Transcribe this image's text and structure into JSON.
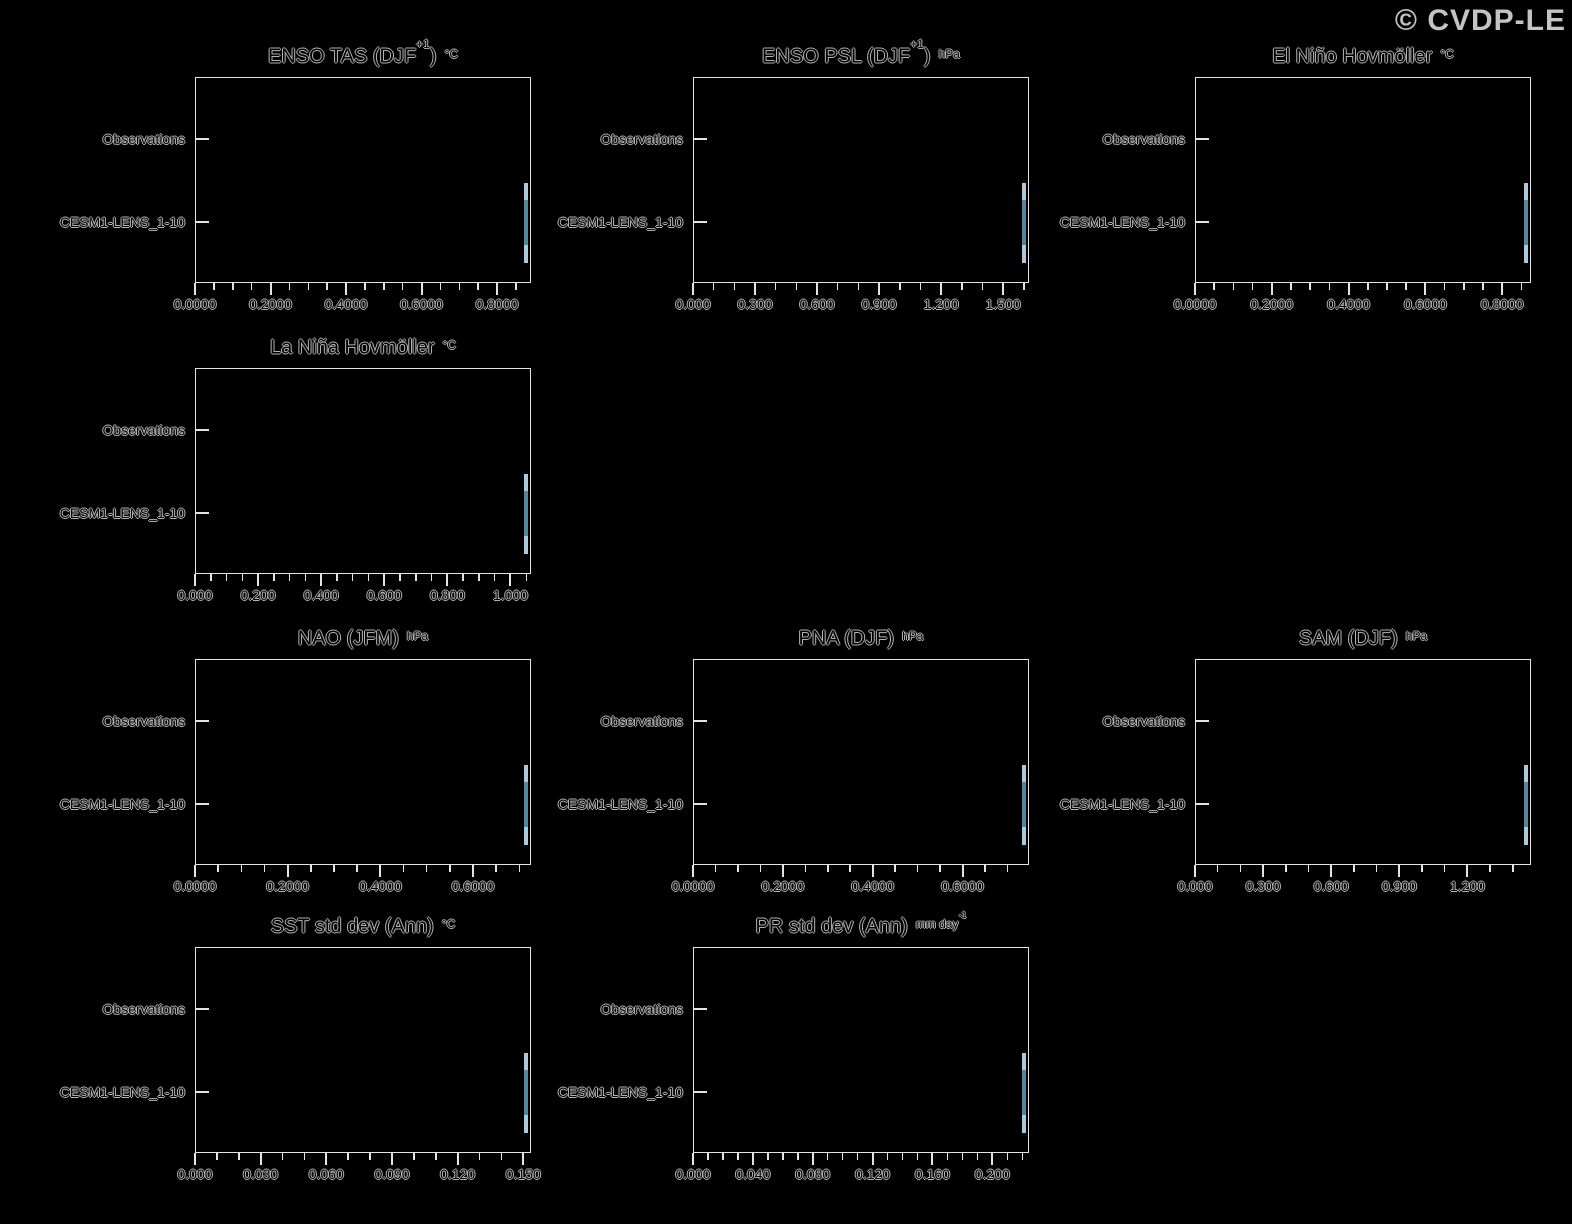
{
  "logo": {
    "text": "© CVDP-LE"
  },
  "colors": {
    "background": "#000000",
    "frame": "#e4e4e4",
    "text_outline": "#b5b5b5",
    "logo_text": "#c4c4c4",
    "ensemble_whisker": "#adc9d7",
    "ensemble_box": "#53879f"
  },
  "categories": [
    "Observations",
    "CESM1-LENS_1-10"
  ],
  "chart_data": [
    {
      "type": "bar",
      "title_main": "ENSO TAS (DJF",
      "title_sup": "+1",
      "title_close": ")",
      "unit": "°C",
      "unit_sup": "",
      "categories": [
        "Observations",
        "CESM1-LENS_1-10"
      ],
      "x_tick_labels": [
        "0.0000",
        "0.2000",
        "0.4000",
        "0.6000",
        "0.8000"
      ],
      "x_tick_values": [
        0,
        0.2,
        0.4,
        0.6,
        0.8
      ],
      "xlim": [
        0,
        0.89
      ],
      "minor_tick_step": 0.05,
      "grid": false,
      "grid_pos": {
        "row": 0,
        "col": 0
      },
      "series": [
        {
          "name": "Observations",
          "bar_visible": false
        },
        {
          "name": "CESM1-LENS_1-10",
          "marker": "box-whisker",
          "x_approx": 0.89,
          "clipped_at_axis_max": true
        }
      ]
    },
    {
      "type": "bar",
      "title_main": "ENSO PSL (DJF",
      "title_sup": "+1",
      "title_close": ")",
      "unit": "hPa",
      "unit_sup": "",
      "categories": [
        "Observations",
        "CESM1-LENS_1-10"
      ],
      "x_tick_labels": [
        "0.000",
        "0.300",
        "0.600",
        "0.900",
        "1.200",
        "1.500"
      ],
      "x_tick_values": [
        0,
        0.3,
        0.6,
        0.9,
        1.2,
        1.5
      ],
      "xlim": [
        0,
        1.625
      ],
      "minor_tick_step": 0.1,
      "grid": false,
      "grid_pos": {
        "row": 0,
        "col": 1
      },
      "series": [
        {
          "name": "Observations",
          "bar_visible": false
        },
        {
          "name": "CESM1-LENS_1-10",
          "marker": "box-whisker",
          "x_approx": 1.62,
          "clipped_at_axis_max": true
        }
      ]
    },
    {
      "type": "bar",
      "title_main": "El Niño Hovmöller",
      "title_sup": "",
      "title_close": "",
      "unit": "°C",
      "unit_sup": "",
      "categories": [
        "Observations",
        "CESM1-LENS_1-10"
      ],
      "x_tick_labels": [
        "0.0000",
        "0.2000",
        "0.4000",
        "0.6000",
        "0.8000"
      ],
      "x_tick_values": [
        0,
        0.2,
        0.4,
        0.6,
        0.8
      ],
      "xlim": [
        0,
        0.875
      ],
      "minor_tick_step": 0.05,
      "grid": false,
      "grid_pos": {
        "row": 0,
        "col": 2
      },
      "series": [
        {
          "name": "Observations",
          "bar_visible": false
        },
        {
          "name": "CESM1-LENS_1-10",
          "marker": "box-whisker",
          "x_approx": 0.87,
          "clipped_at_axis_max": true
        }
      ]
    },
    {
      "type": "bar",
      "title_main": "La Niña Hovmöller",
      "title_sup": "",
      "title_close": "",
      "unit": "°C",
      "unit_sup": "",
      "categories": [
        "Observations",
        "CESM1-LENS_1-10"
      ],
      "x_tick_labels": [
        "0.000",
        "0.200",
        "0.400",
        "0.600",
        "0.800",
        "1.000"
      ],
      "x_tick_values": [
        0,
        0.2,
        0.4,
        0.6,
        0.8,
        1.0
      ],
      "xlim": [
        0,
        1.065
      ],
      "minor_tick_step": 0.05,
      "grid": false,
      "grid_pos": {
        "row": 1,
        "col": 0
      },
      "series": [
        {
          "name": "Observations",
          "bar_visible": false
        },
        {
          "name": "CESM1-LENS_1-10",
          "marker": "box-whisker",
          "x_approx": 1.06,
          "clipped_at_axis_max": true
        }
      ]
    },
    {
      "type": "bar",
      "title_main": "NAO (JFM)",
      "title_sup": "",
      "title_close": "",
      "unit": "hPa",
      "unit_sup": "",
      "categories": [
        "Observations",
        "CESM1-LENS_1-10"
      ],
      "x_tick_labels": [
        "0.0000",
        "0.2000",
        "0.4000",
        "0.6000"
      ],
      "x_tick_values": [
        0,
        0.2,
        0.4,
        0.6
      ],
      "xlim": [
        0,
        0.725
      ],
      "minor_tick_step": 0.05,
      "grid": false,
      "grid_pos": {
        "row": 2,
        "col": 0
      },
      "series": [
        {
          "name": "Observations",
          "bar_visible": false
        },
        {
          "name": "CESM1-LENS_1-10",
          "marker": "box-whisker",
          "x_approx": 0.72,
          "clipped_at_axis_max": true
        }
      ]
    },
    {
      "type": "bar",
      "title_main": "PNA (DJF)",
      "title_sup": "",
      "title_close": "",
      "unit": "hPa",
      "unit_sup": "",
      "categories": [
        "Observations",
        "CESM1-LENS_1-10"
      ],
      "x_tick_labels": [
        "0.0000",
        "0.2000",
        "0.4000",
        "0.6000"
      ],
      "x_tick_values": [
        0,
        0.2,
        0.4,
        0.6
      ],
      "xlim": [
        0,
        0.748
      ],
      "minor_tick_step": 0.05,
      "grid": false,
      "grid_pos": {
        "row": 2,
        "col": 1
      },
      "series": [
        {
          "name": "Observations",
          "bar_visible": false
        },
        {
          "name": "CESM1-LENS_1-10",
          "marker": "box-whisker",
          "x_approx": 0.74,
          "clipped_at_axis_max": true
        }
      ]
    },
    {
      "type": "bar",
      "title_main": "SAM (DJF)",
      "title_sup": "",
      "title_close": "",
      "unit": "hPa",
      "unit_sup": "",
      "categories": [
        "Observations",
        "CESM1-LENS_1-10"
      ],
      "x_tick_labels": [
        "0.000",
        "0.300",
        "0.600",
        "0.900",
        "1.200"
      ],
      "x_tick_values": [
        0,
        0.3,
        0.6,
        0.9,
        1.2
      ],
      "xlim": [
        0,
        1.48
      ],
      "minor_tick_step": 0.1,
      "grid": false,
      "grid_pos": {
        "row": 2,
        "col": 2
      },
      "series": [
        {
          "name": "Observations",
          "bar_visible": false
        },
        {
          "name": "CESM1-LENS_1-10",
          "marker": "box-whisker",
          "x_approx": 1.47,
          "clipped_at_axis_max": true
        }
      ]
    },
    {
      "type": "bar",
      "title_main": "SST std dev (Ann)",
      "title_sup": "",
      "title_close": "",
      "unit": "°C",
      "unit_sup": "",
      "categories": [
        "Observations",
        "CESM1-LENS_1-10"
      ],
      "x_tick_labels": [
        "0.000",
        "0.030",
        "0.060",
        "0.090",
        "0.120",
        "0.150"
      ],
      "x_tick_values": [
        0,
        0.03,
        0.06,
        0.09,
        0.12,
        0.15
      ],
      "xlim": [
        0,
        0.1535
      ],
      "minor_tick_step": 0.01,
      "grid": false,
      "grid_pos": {
        "row": 3,
        "col": 0
      },
      "series": [
        {
          "name": "Observations",
          "bar_visible": false
        },
        {
          "name": "CESM1-LENS_1-10",
          "marker": "box-whisker",
          "x_approx": 0.153,
          "clipped_at_axis_max": true
        }
      ]
    },
    {
      "type": "bar",
      "title_main": "PR std dev (Ann)",
      "title_sup": "",
      "title_close": "",
      "unit": "mm day",
      "unit_sup": "-1",
      "categories": [
        "Observations",
        "CESM1-LENS_1-10"
      ],
      "x_tick_labels": [
        "0.000",
        "0.040",
        "0.080",
        "0.120",
        "0.160",
        "0.200"
      ],
      "x_tick_values": [
        0,
        0.04,
        0.08,
        0.12,
        0.16,
        0.2
      ],
      "xlim": [
        0,
        0.2245
      ],
      "minor_tick_step": 0.01,
      "grid": false,
      "grid_pos": {
        "row": 3,
        "col": 1
      },
      "series": [
        {
          "name": "Observations",
          "bar_visible": false
        },
        {
          "name": "CESM1-LENS_1-10",
          "marker": "box-whisker",
          "x_approx": 0.224,
          "clipped_at_axis_max": true
        }
      ]
    }
  ]
}
